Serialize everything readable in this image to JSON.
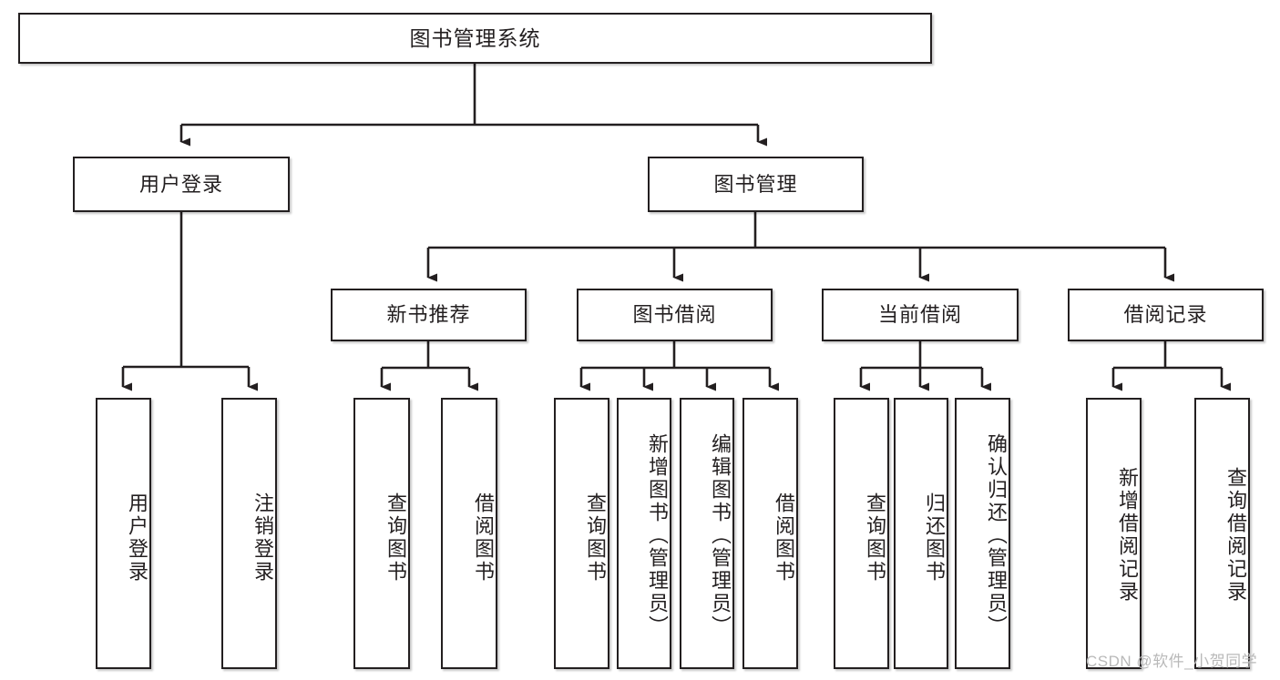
{
  "diagram": {
    "title": "图书管理系统",
    "type": "tree-hierarchy-diagram",
    "watermark": "CSDN @软件_小贺同学",
    "colors": {
      "stroke": "#231f20",
      "background": "#ffffff",
      "watermark": "#b9b9b9"
    },
    "nodes": {
      "root": {
        "label": "图书管理系统"
      },
      "level2": [
        {
          "label": "用户登录"
        },
        {
          "label": "图书管理"
        }
      ],
      "level3": [
        {
          "label": "新书推荐"
        },
        {
          "label": "图书借阅"
        },
        {
          "label": "当前借阅"
        },
        {
          "label": "借阅记录"
        }
      ],
      "leaves": {
        "user_login": [
          {
            "label": "用户登录"
          },
          {
            "label": "注销登录"
          }
        ],
        "new_book_recommend": [
          {
            "label": "查询图书"
          },
          {
            "label": "借阅图书"
          }
        ],
        "book_borrow": [
          {
            "label": "查询图书"
          },
          {
            "label": "新增图书（管理员）"
          },
          {
            "label": "编辑图书（管理员）"
          },
          {
            "label": "借阅图书"
          }
        ],
        "current_borrow": [
          {
            "label": "查询图书"
          },
          {
            "label": "归还图书"
          },
          {
            "label": "确认归还（管理员）"
          }
        ],
        "borrow_records": [
          {
            "label": "新增借阅记录"
          },
          {
            "label": "查询借阅记录"
          }
        ]
      }
    }
  }
}
